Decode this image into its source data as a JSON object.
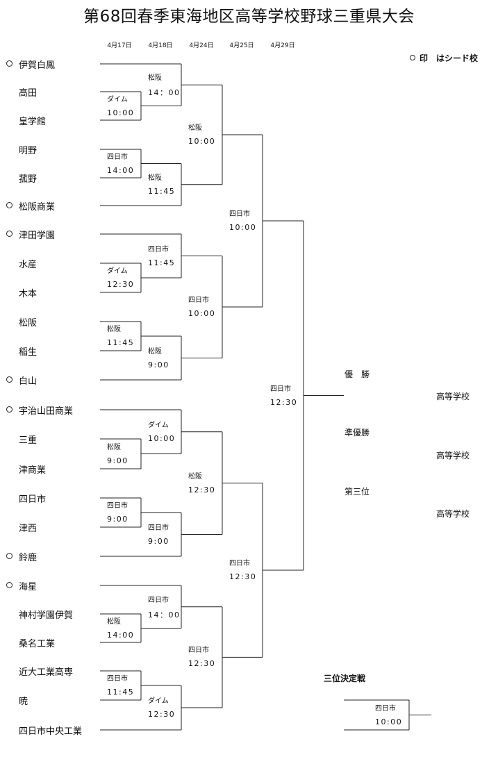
{
  "title": "第68回春季東海地区高等学校野球三重県大会",
  "legend": {
    "mark": "○",
    "text": "印　はシード校"
  },
  "dates": [
    "4月17日",
    "4月18日",
    "4月24日",
    "4月25日",
    "4月29日"
  ],
  "teams": [
    {
      "name": "伊賀白鳳",
      "seed": true
    },
    {
      "name": "高田",
      "seed": false
    },
    {
      "name": "皇学館",
      "seed": false
    },
    {
      "name": "明野",
      "seed": false
    },
    {
      "name": "菰野",
      "seed": false
    },
    {
      "name": "松阪商業",
      "seed": true
    },
    {
      "name": "津田学園",
      "seed": true
    },
    {
      "name": "水産",
      "seed": false
    },
    {
      "name": "木本",
      "seed": false
    },
    {
      "name": "松阪",
      "seed": false
    },
    {
      "name": "稲生",
      "seed": false
    },
    {
      "name": "白山",
      "seed": true
    },
    {
      "name": "宇治山田商業",
      "seed": true
    },
    {
      "name": "三重",
      "seed": false
    },
    {
      "name": "津商業",
      "seed": false
    },
    {
      "name": "四日市",
      "seed": false
    },
    {
      "name": "津西",
      "seed": false
    },
    {
      "name": "鈴鹿",
      "seed": true
    },
    {
      "name": "海星",
      "seed": true
    },
    {
      "name": "神村学園伊賀",
      "seed": false
    },
    {
      "name": "桑名工業",
      "seed": false
    },
    {
      "name": "近大工業高専",
      "seed": false
    },
    {
      "name": "暁",
      "seed": false
    },
    {
      "name": "四日市中央工業",
      "seed": false
    }
  ],
  "games": {
    "r1": [
      {
        "venue": "ダイム",
        "time": "10:00"
      },
      {
        "venue": "四日市",
        "time": "14:00"
      },
      {
        "venue": "ダイム",
        "time": "12:30"
      },
      {
        "venue": "松阪",
        "time": "11:45"
      },
      {
        "venue": "松阪",
        "time": "9:00"
      },
      {
        "venue": "四日市",
        "time": "9:00"
      },
      {
        "venue": "松阪",
        "time": "14:00"
      },
      {
        "venue": "四日市",
        "time": "11:45"
      }
    ],
    "r2": [
      {
        "venue": "松阪",
        "time": "14：00"
      },
      {
        "venue": "松阪",
        "time": "11:45"
      },
      {
        "venue": "四日市",
        "time": "11:45"
      },
      {
        "venue": "松阪",
        "time": "9:00"
      },
      {
        "venue": "ダイム",
        "time": "10:00"
      },
      {
        "venue": "四日市",
        "time": "9:00"
      },
      {
        "venue": "四日市",
        "time": "14：00"
      },
      {
        "venue": "ダイム",
        "time": "12:30"
      }
    ],
    "r3": [
      {
        "venue": "松阪",
        "time": "10:00"
      },
      {
        "venue": "四日市",
        "time": "10:00"
      },
      {
        "venue": "松阪",
        "time": "12:30"
      },
      {
        "venue": "四日市",
        "time": "12:30"
      }
    ],
    "sf": [
      {
        "venue": "四日市",
        "time": "10:00"
      },
      {
        "venue": "四日市",
        "time": "12:30"
      }
    ],
    "final": {
      "venue": "四日市",
      "time": "12:30"
    },
    "third": {
      "title": "三位決定戦",
      "venue": "四日市",
      "time": "10:00"
    }
  },
  "results": {
    "champion": {
      "label": "優　勝",
      "school": "高等学校"
    },
    "runner_up": {
      "label": "準優勝",
      "school": "高等学校"
    },
    "third": {
      "label": "第三位",
      "school": "高等学校"
    }
  }
}
